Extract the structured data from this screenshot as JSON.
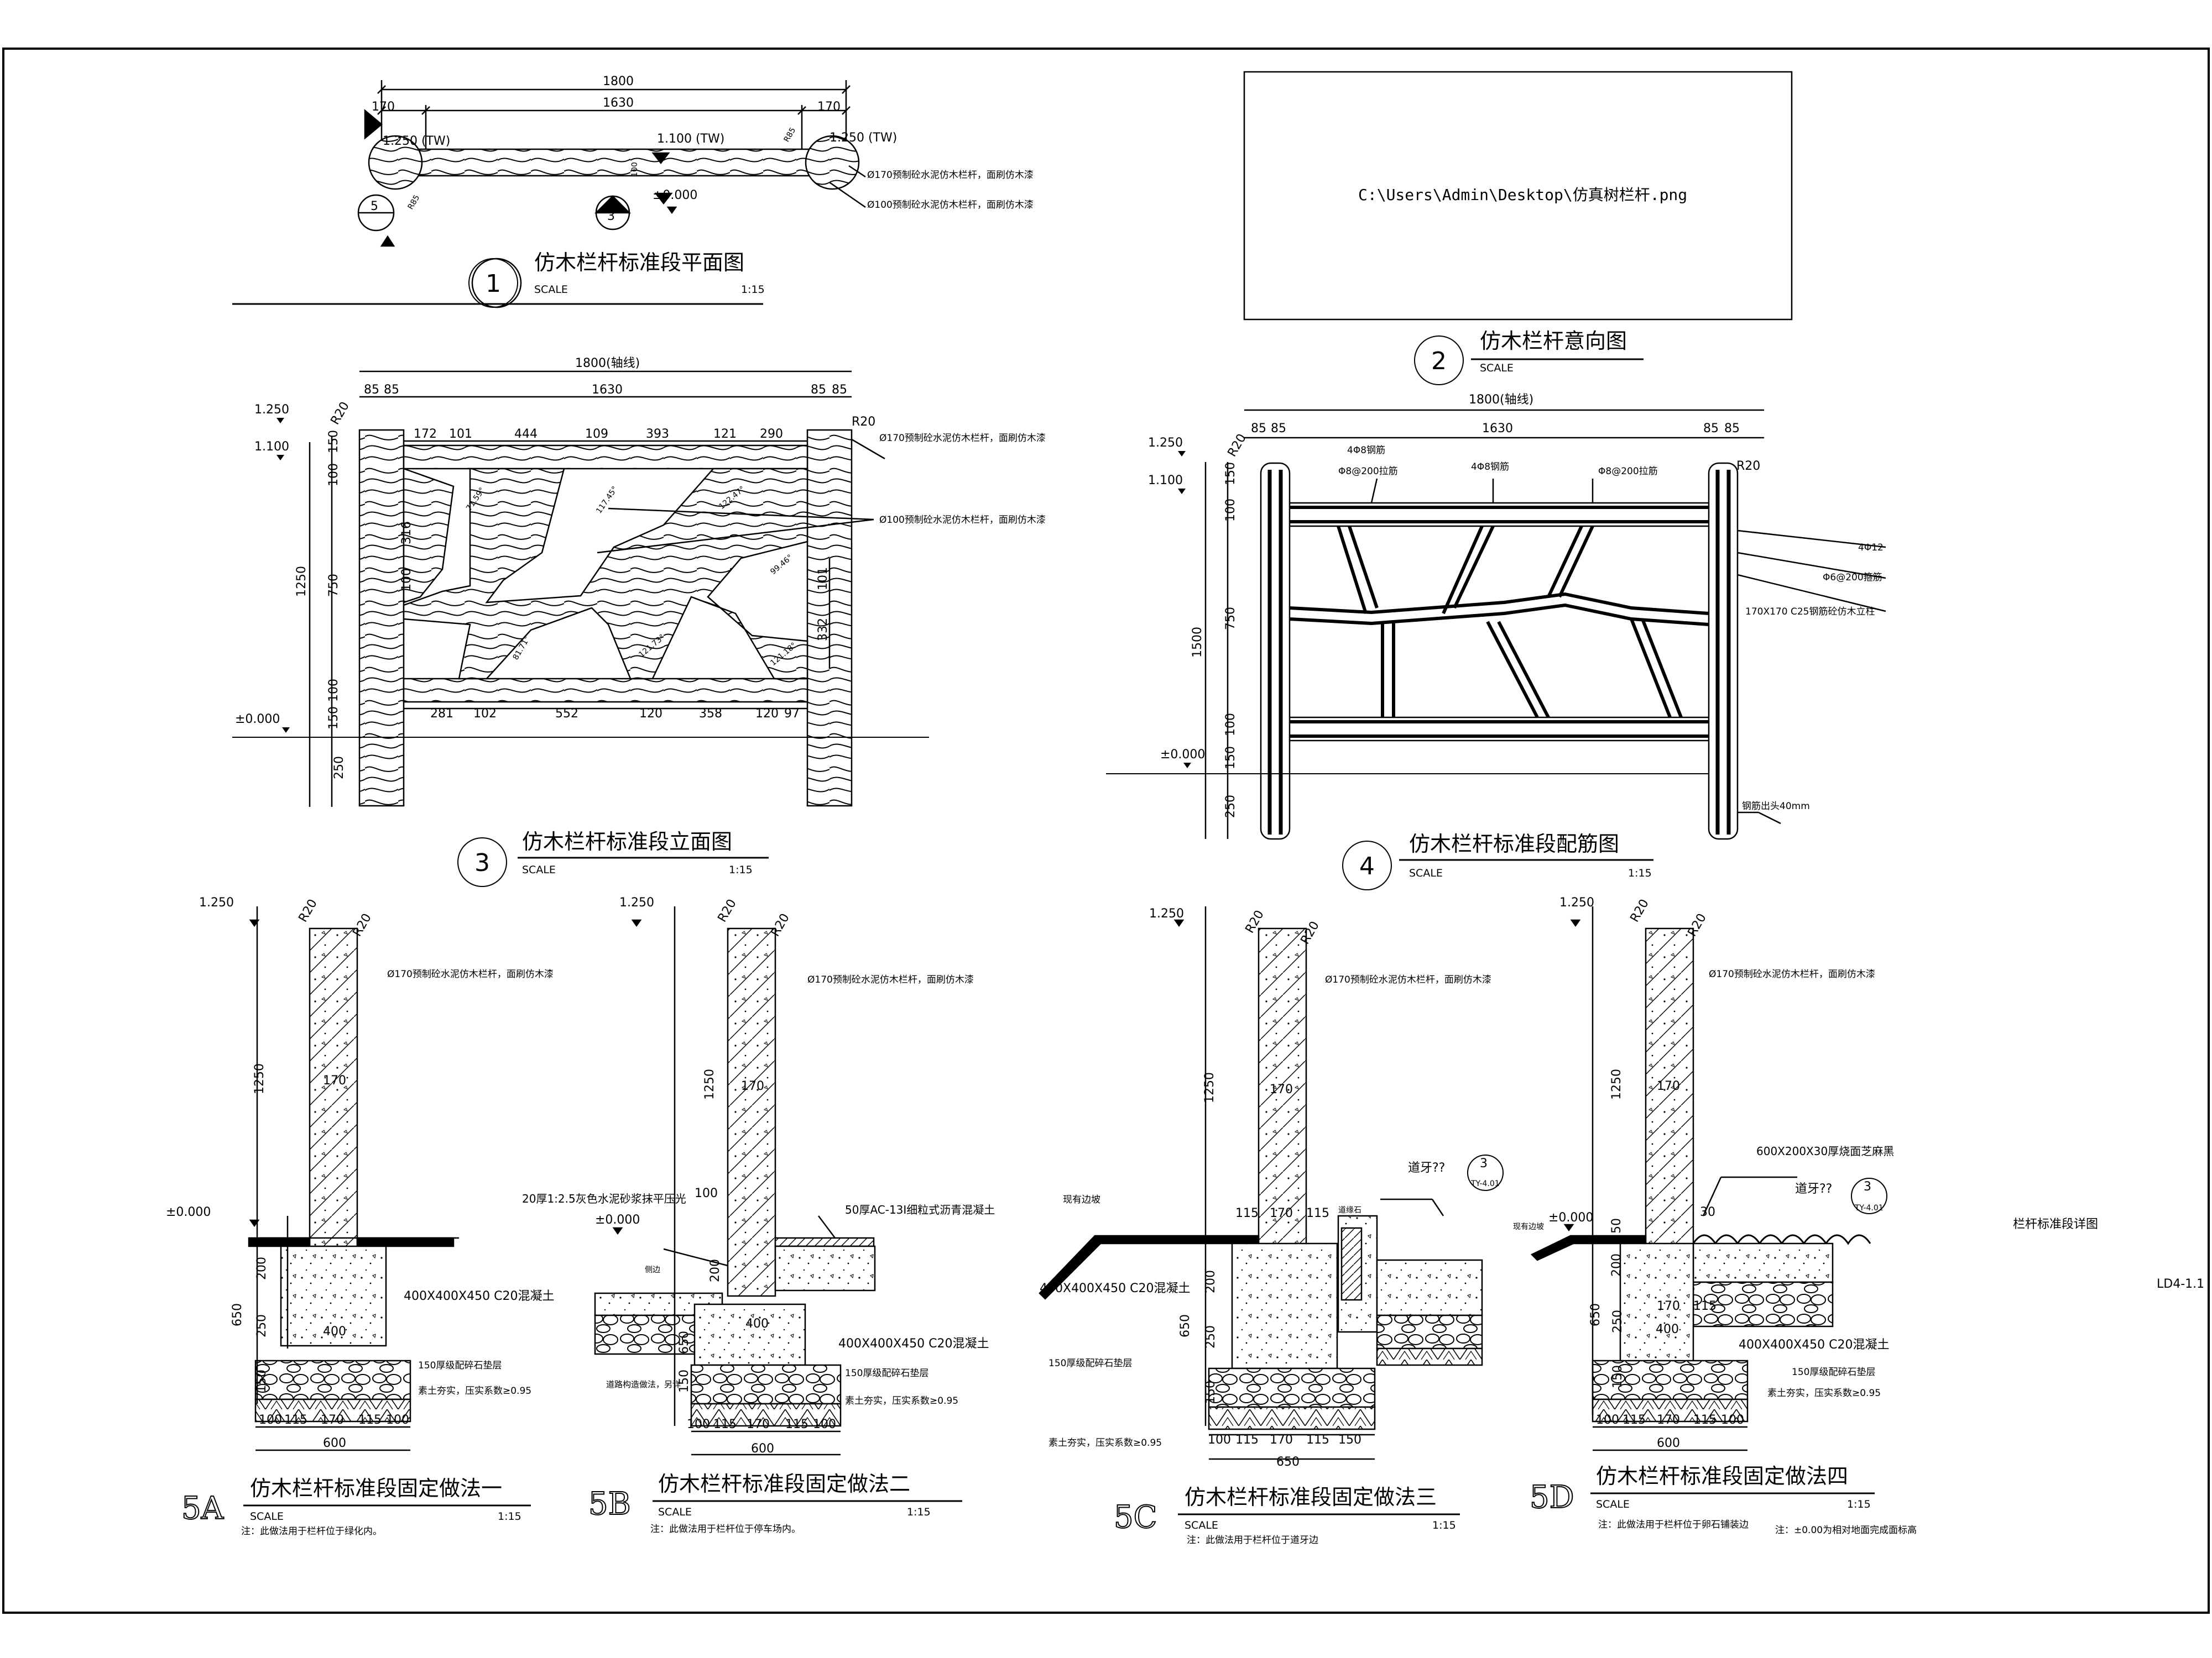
{
  "sheet": {
    "side_label": "栏杆标准段详图",
    "drawing_no": "LD4-1.1"
  },
  "image_placeholder": {
    "path": "C:\\Users\\Admin\\Desktop\\仿真树栏杆.png"
  },
  "views": {
    "v1": {
      "num": "1",
      "title": "仿木栏杆标准段平面图",
      "scale_label": "SCALE",
      "scale": "1:15"
    },
    "v2": {
      "num": "2",
      "title": "仿木栏杆意向图",
      "scale_label": "SCALE",
      "scale": ""
    },
    "v3": {
      "num": "3",
      "title": "仿木栏杆标准段立面图",
      "scale_label": "SCALE",
      "scale": "1:15"
    },
    "v4": {
      "num": "4",
      "title": "仿木栏杆标准段配筋图",
      "scale_label": "SCALE",
      "scale": "1:15"
    },
    "v5a": {
      "num": "5A",
      "title": "仿木栏杆标准段固定做法一",
      "scale_label": "SCALE",
      "scale": "1:15",
      "note": "注：此做法用于栏杆位于绿化内。"
    },
    "v5b": {
      "num": "5B",
      "title": "仿木栏杆标准段固定做法二",
      "scale_label": "SCALE",
      "scale": "1:15",
      "note": "注：此做法用于栏杆位于停车场内。"
    },
    "v5c": {
      "num": "5C",
      "title": "仿木栏杆标准段固定做法三",
      "scale_label": "SCALE",
      "scale": "1:15",
      "note": "注：此做法用于栏杆位于道牙边"
    },
    "v5d": {
      "num": "5D",
      "title": "仿木栏杆标准段固定做法四",
      "scale_label": "SCALE",
      "scale": "1:15",
      "note": "注：此做法用于栏杆位于卵石铺装边",
      "note2": "注：±0.00为相对地面完成面标高"
    }
  },
  "plan": {
    "d_total": "1800",
    "d_mid": "1630",
    "d_side": "170",
    "lvl_left": "1.250 (TW)",
    "lvl_mid": "1.100 (TW)",
    "lvl_right": "1.250 (TW)",
    "lvl_zero": "±0.000",
    "r85": "R85",
    "d100": "100",
    "callout_5": "5",
    "callout_3": "3",
    "note1": "Ø170预制砼水泥仿木栏杆，面刷仿木漆",
    "note2": "Ø100预制砼水泥仿木栏杆，面刷仿木漆"
  },
  "elev": {
    "d_total": "1800(轴线)",
    "d_mid": "1630",
    "d85": "85",
    "top_segs": [
      "172",
      "101",
      "444",
      "109",
      "393",
      "121",
      "290"
    ],
    "bot_segs": [
      "281",
      "102",
      "552",
      "120",
      "358",
      "120",
      "97"
    ],
    "vert": [
      "150",
      "100",
      "750",
      "100",
      "150",
      "250"
    ],
    "d1250": "1250",
    "d316": "316",
    "d100": "100",
    "d101": "101",
    "d332": "332",
    "lvl_1250": "1.250",
    "lvl_1100": "1.100",
    "lvl_zero": "±0.000",
    "r20": "R20",
    "angles": [
      "71.59°",
      "117.45°",
      "122.47°",
      "99.46°",
      "81.71°",
      "121.73°",
      "121.18°"
    ],
    "note1": "Ø170预制砼水泥仿木栏杆，面刷仿木漆",
    "note2": "Ø100预制砼水泥仿木栏杆，面刷仿木漆"
  },
  "rebar": {
    "d_total": "1800(轴线)",
    "d_mid": "1630",
    "d85": "85",
    "lvl_1250": "1.250",
    "lvl_1100": "1.100",
    "lvl_zero": "±0.000",
    "vert": [
      "150",
      "100",
      "750",
      "100",
      "150",
      "250"
    ],
    "d1500": "1500",
    "r20": "R20",
    "l_4phi8a": "4Φ8钢筋",
    "l_phi8a": "Φ8@200拉筋",
    "l_4phi8b": "4Φ8钢筋",
    "l_phi8b": "Φ8@200拉筋",
    "l_4phi12": "4Φ12",
    "l_phi6": "Φ6@200箍筋",
    "l_col": "170X170 C25钢筋砼仿木立柱",
    "l_out": "钢筋出头40mm"
  },
  "details": {
    "lvl_1250": "1.250",
    "lvl_zero": "±0.000",
    "r20": "R20",
    "d1250": "1250",
    "d170": "170",
    "d200": "200",
    "d250": "250",
    "d650": "650",
    "d400": "400",
    "d150": "150",
    "d600": "600",
    "d650w": "650",
    "d50": "50",
    "d100": "100",
    "d115": "115",
    "d30": "30",
    "segs": [
      "100",
      "115",
      "170",
      "115",
      "100"
    ],
    "segs_c": [
      "100",
      "115",
      "170",
      "115",
      "150"
    ],
    "col_note": "Ø170预制砼水泥仿木栏杆，面刷仿木漆",
    "found": "400X400X450 C20混凝土",
    "gravel": "150厚级配碎石垫层",
    "soil": "素土夯实，压实系数≥0.95",
    "b_plaster": "20厚1:2.5灰色水泥砂浆抹平压光",
    "b_asphalt": "50厚AC-13I细粒式沥青混凝土",
    "b_road": "道路构造做法，另详",
    "b_side": "侧边",
    "c_slope": "现有边坡",
    "c_curb": "道牙??",
    "c_curb_ref": "3",
    "c_curb_sheet": "TY-4.01",
    "c_curb_top": "道缘石",
    "d_paver": "600X200X30厚烧面芝麻黑",
    "d_slope": "现有边坡"
  }
}
